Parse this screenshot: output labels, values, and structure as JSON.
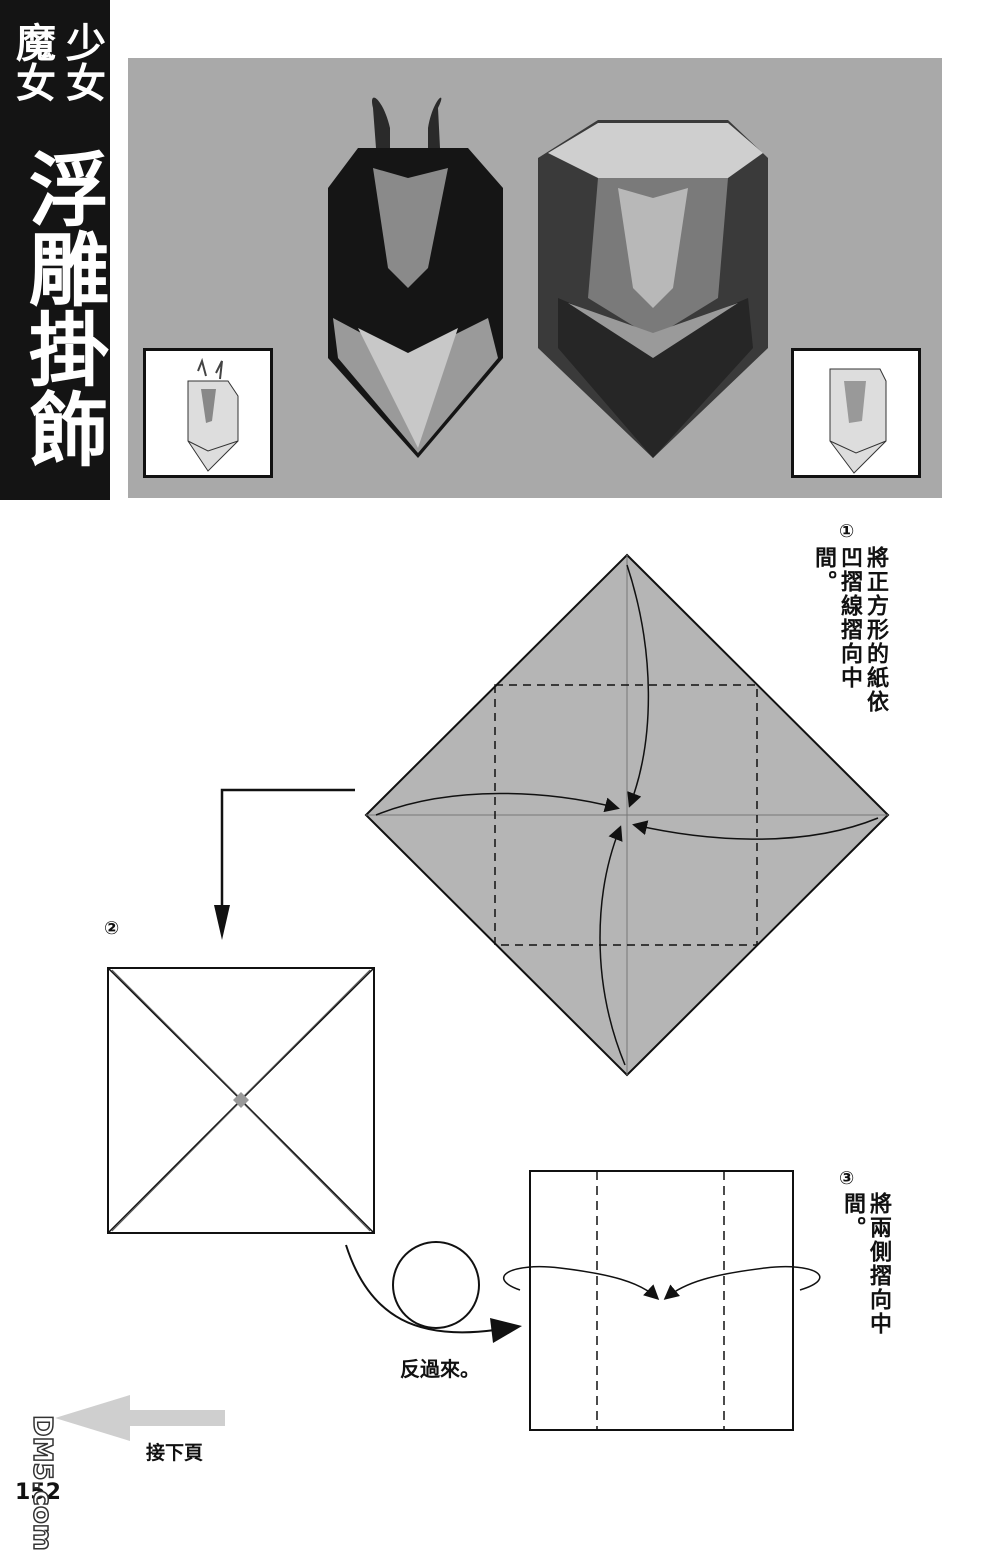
{
  "title": {
    "small_right": "少女",
    "small_left": "魔女",
    "main": "浮雕掛飾"
  },
  "steps": [
    {
      "number": "①",
      "text": "將正方形的紙依凹摺線摺向中間。"
    },
    {
      "number": "②",
      "text": ""
    },
    {
      "number": "③",
      "text": "將兩側摺向中間。"
    }
  ],
  "labels": {
    "flip": "反過來。",
    "next_page": "接下頁",
    "page_number": "152"
  },
  "watermark": "DM5.com",
  "colors": {
    "title_bg": "#141414",
    "photo_bg": "#a9a9a9",
    "paper_gray": "#b5b5b5"
  }
}
